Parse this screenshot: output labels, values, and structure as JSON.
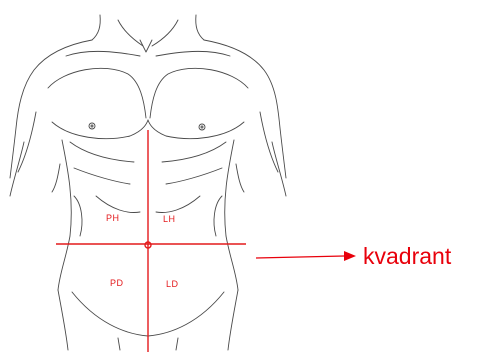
{
  "quadrants": {
    "upper_right": "PH",
    "upper_left": "LH",
    "lower_right": "PD",
    "lower_left": "LD"
  },
  "callout": {
    "label": "kvadrant"
  },
  "colors": {
    "accent": "#e31a1c",
    "outline": "#4a4a4a"
  }
}
